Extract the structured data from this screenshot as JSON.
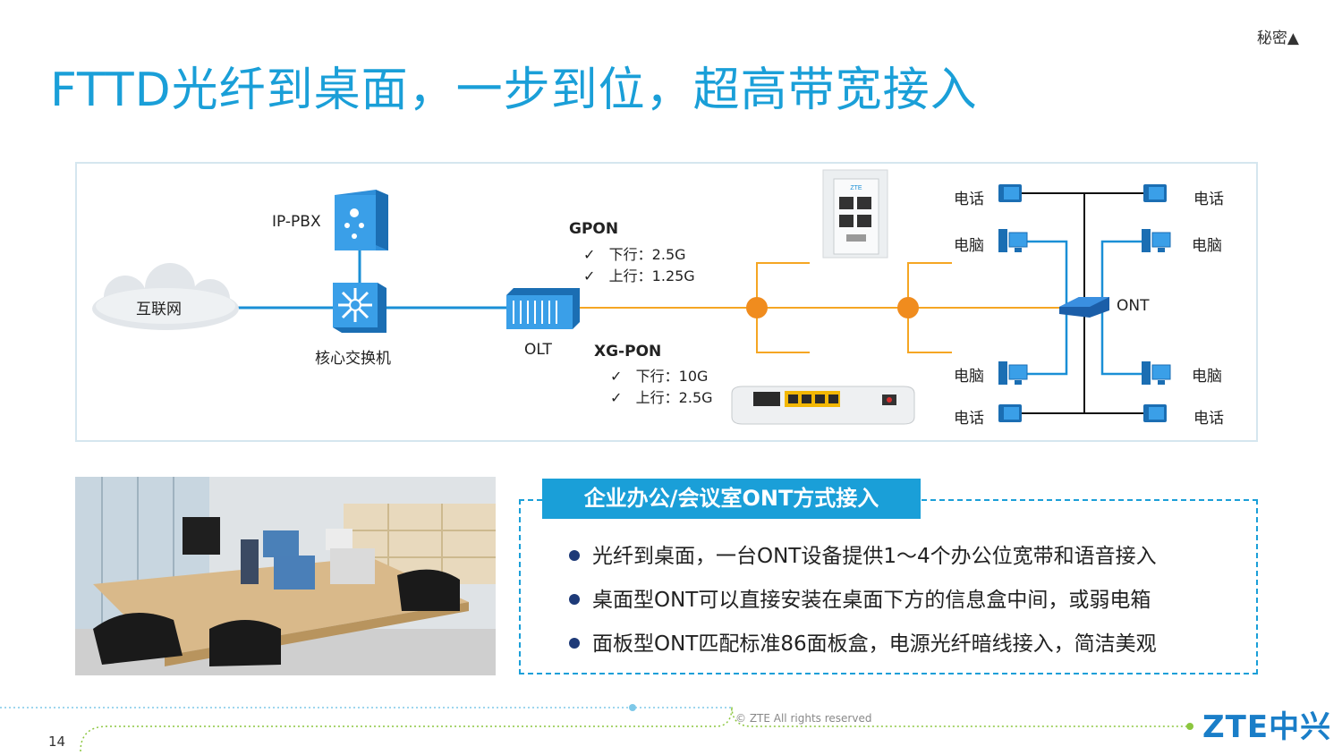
{
  "header": {
    "title": "FTTD光纤到桌面，一步到位，超高带宽接入",
    "confidential": "秘密▲"
  },
  "diagram": {
    "internet_label": "互联网",
    "ippbx_label": "IP-PBX",
    "core_switch_label": "核心交换机",
    "olt_label": "OLT",
    "gpon": {
      "title": "GPON",
      "down": "下行：2.5G",
      "up": "上行：1.25G"
    },
    "xgpon": {
      "title": "XG-PON",
      "down": "下行：10G",
      "up": "上行：2.5G"
    },
    "ont_label": "ONT",
    "left_devices": [
      "电话",
      "电脑",
      "电脑",
      "电话"
    ],
    "right_devices": [
      "电话",
      "电脑",
      "电脑",
      "电话"
    ],
    "check_mark": "✓",
    "panel_brand": "ZTE",
    "colors": {
      "blue_line": "#1a8fd6",
      "fiber_line": "#f5a623",
      "splitter": "#f08c1e"
    }
  },
  "feature": {
    "title": "企业办公/会议室ONT方式接入",
    "bullets": [
      "光纤到桌面，一台ONT设备提供1～4个办公位宽带和语音接入",
      "桌面型ONT可以直接安装在桌面下方的信息盒中间，或弱电箱",
      "面板型ONT匹配标准86面板盒，电源光纤暗线接入，简洁美观"
    ]
  },
  "footer": {
    "page_number": "14",
    "copyright": "© ZTE All rights reserved",
    "logo": "ZTE中兴"
  }
}
